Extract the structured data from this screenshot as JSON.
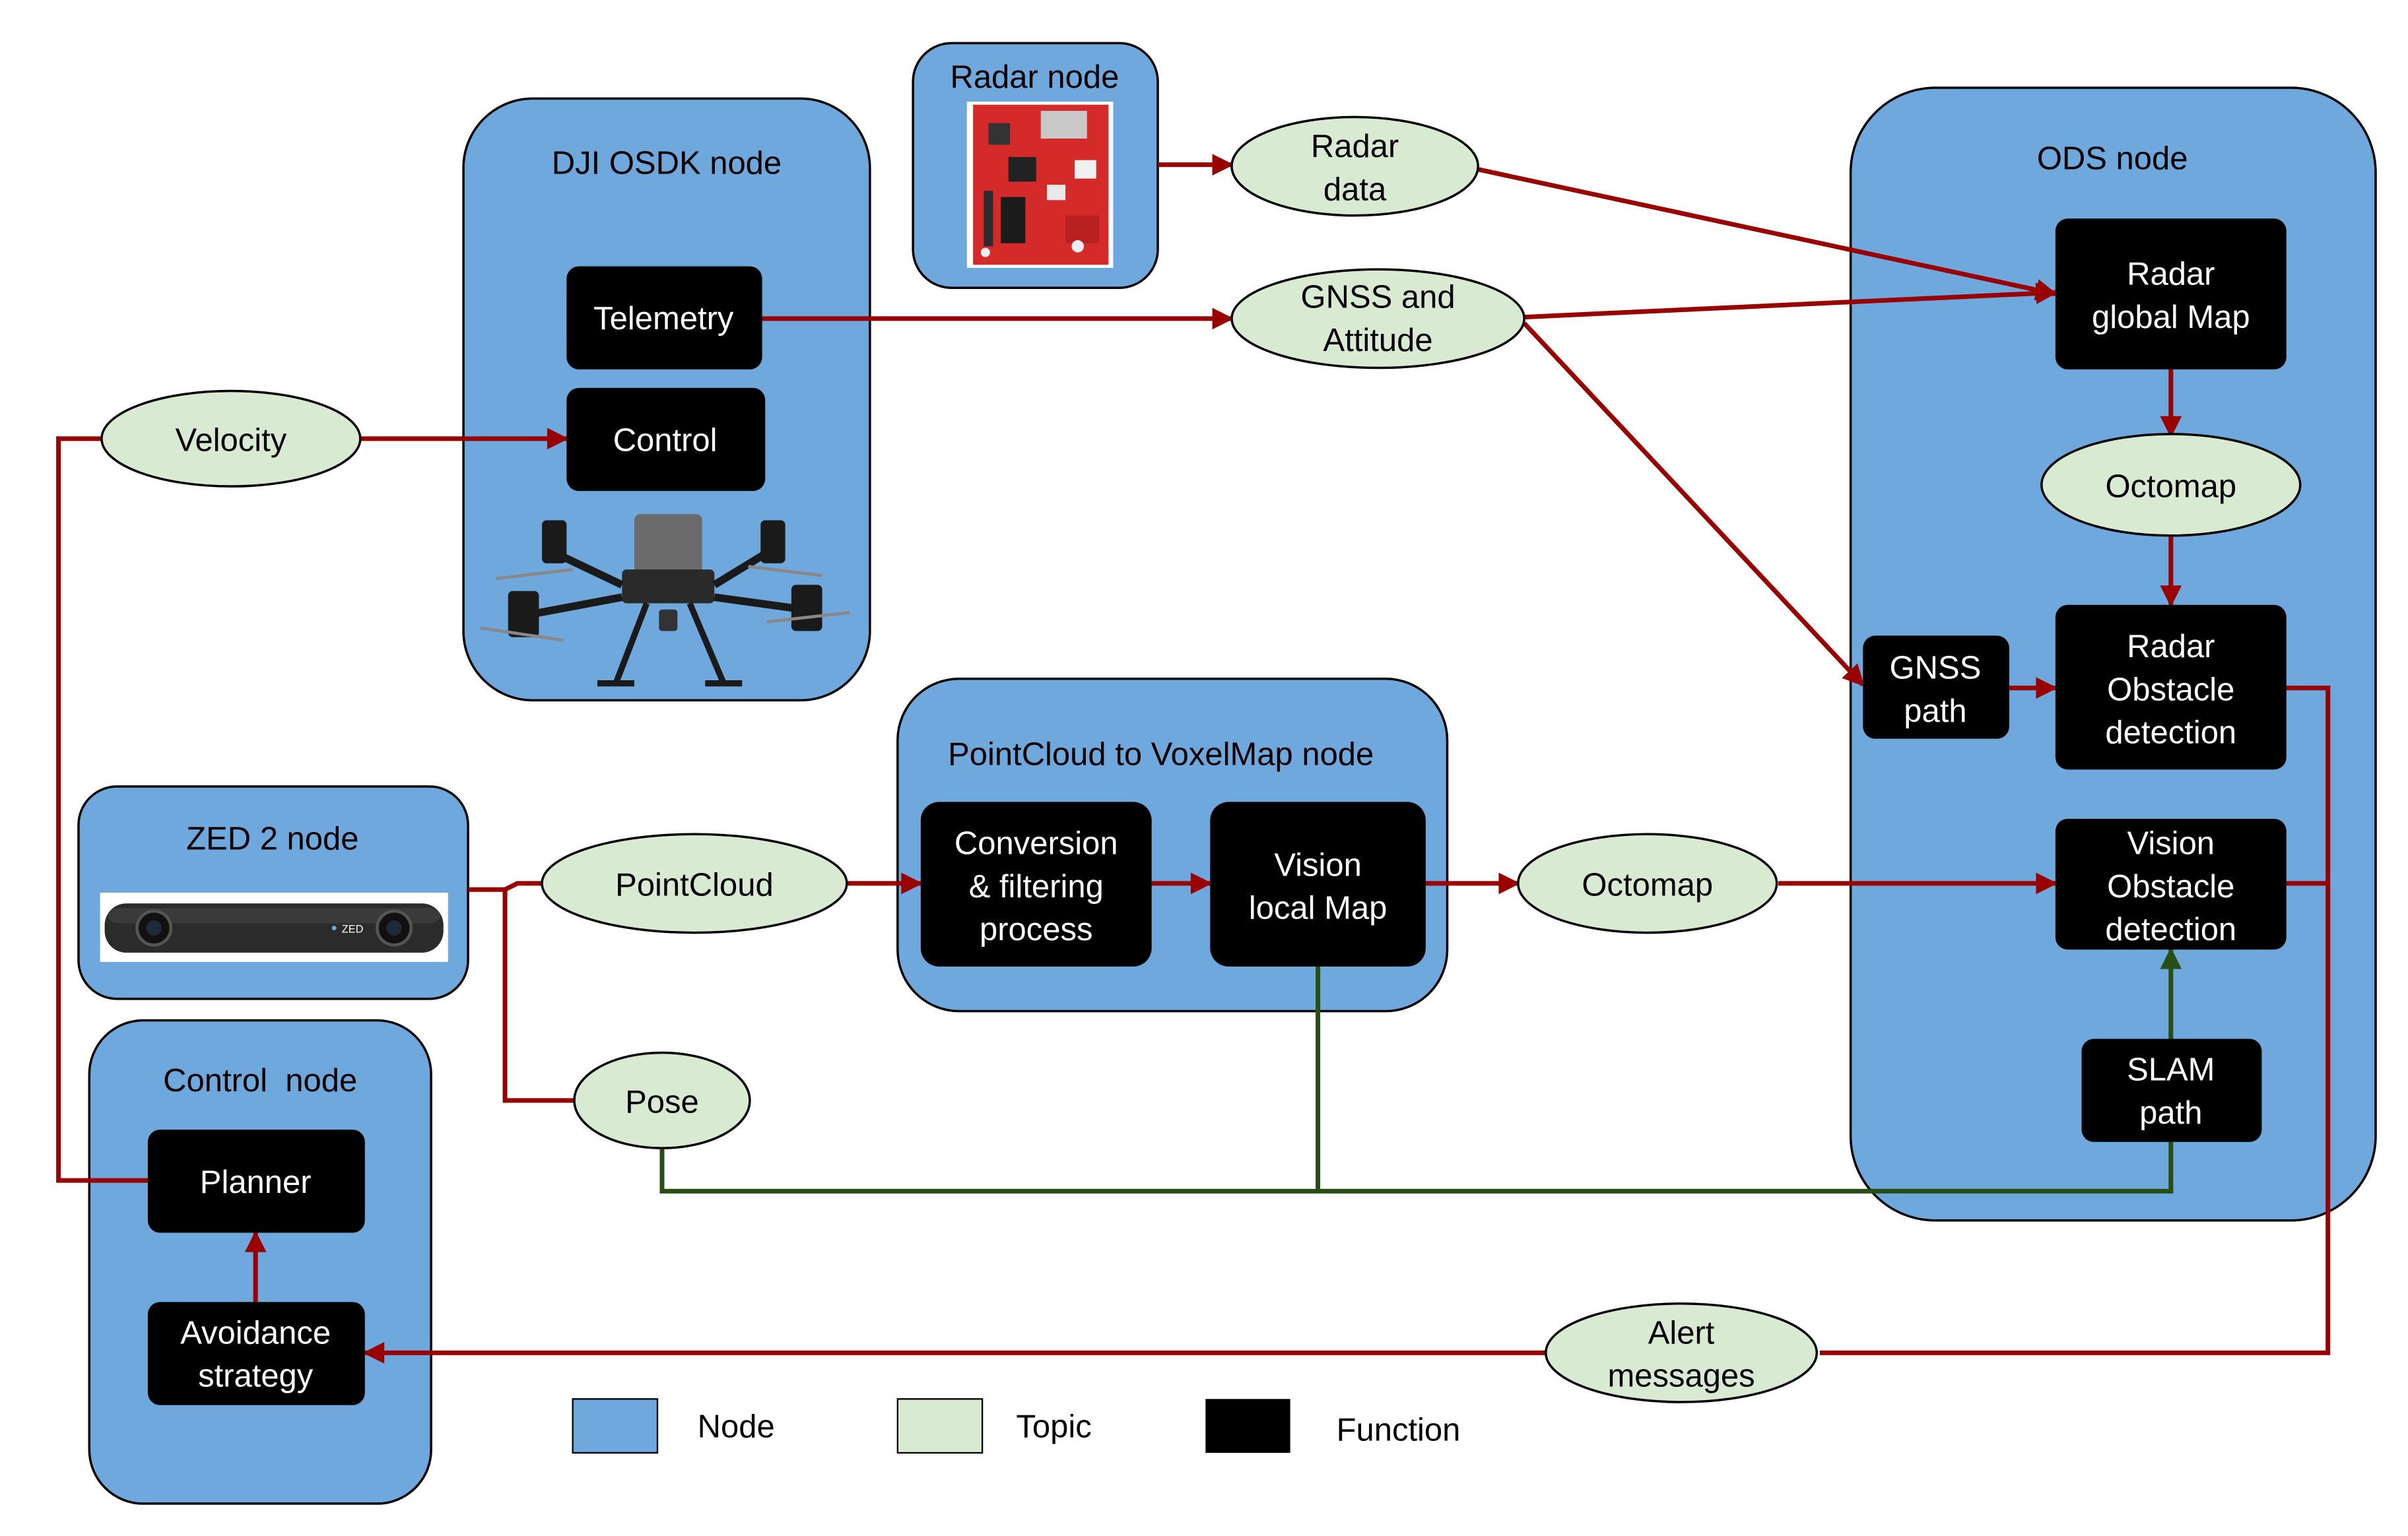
{
  "colors": {
    "node_fill": "#6fa8dc",
    "topic_fill": "#d9ead3",
    "function_fill": "#000000",
    "arrow_red": "#990000",
    "arrow_green": "#274e13"
  },
  "nodes": {
    "dji": "DJI OSDK node",
    "radar": "Radar node",
    "ods": "ODS node",
    "pointcloud": "PointCloud to VoxelMap node",
    "zed": "ZED 2 node",
    "control": "Control  node"
  },
  "functions": {
    "telemetry": "Telemetry",
    "control": "Control",
    "radar_global_map": [
      "Radar",
      "global Map"
    ],
    "gnss_path": [
      "GNSS",
      "path"
    ],
    "radar_obstacle": [
      "Radar",
      "Obstacle",
      "detection"
    ],
    "vision_obstacle": [
      "Vision",
      "Obstacle",
      "detection"
    ],
    "slam_path": [
      "SLAM",
      "path"
    ],
    "conversion": [
      "Conversion",
      "& filtering",
      "process"
    ],
    "vision_local_map": [
      "Vision",
      "local Map"
    ],
    "planner": "Planner",
    "avoidance": [
      "Avoidance",
      "strategy"
    ]
  },
  "topics": {
    "radar_data": [
      "Radar",
      "data"
    ],
    "gnss_attitude": [
      "GNSS and",
      "Attitude"
    ],
    "velocity": "Velocity",
    "octomap_ods": "Octomap",
    "pointcloud": "PointCloud",
    "octomap_vision": "Octomap",
    "pose": "Pose",
    "alert": [
      "Alert",
      "messages"
    ]
  },
  "images": {
    "radar_board": "radar-board-image",
    "drone": "drone-image",
    "zed_camera": "zed-camera-image",
    "zed_logo": "ZED"
  },
  "legend": {
    "node": "Node",
    "topic": "Topic",
    "function": "Function"
  }
}
